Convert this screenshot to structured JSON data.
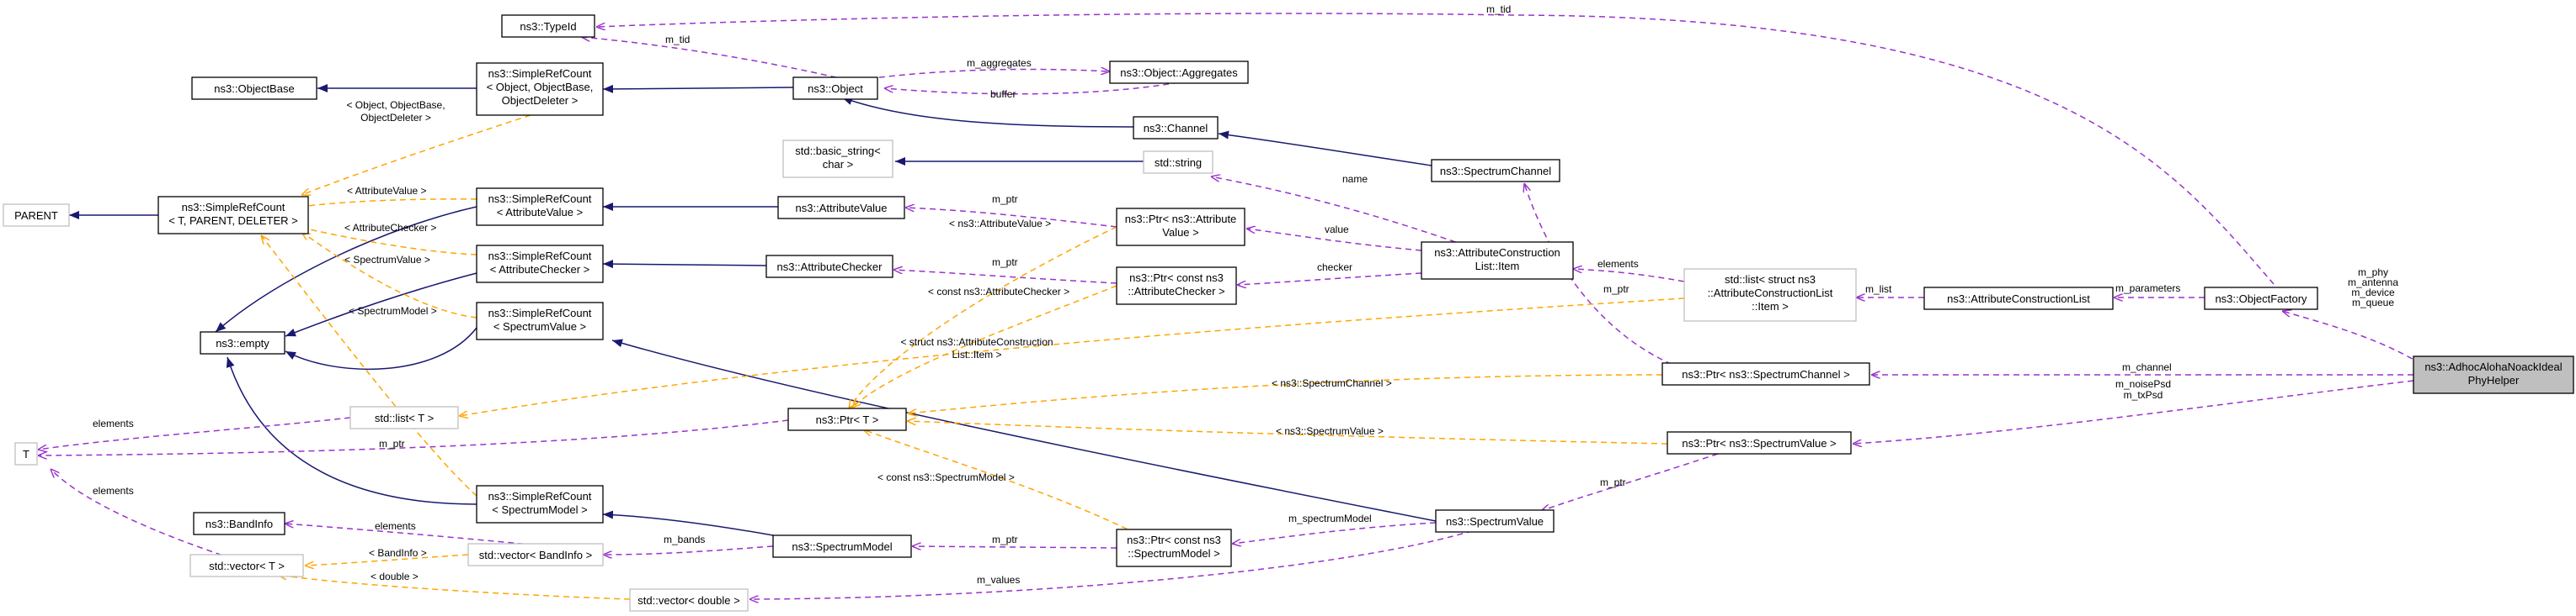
{
  "diagram": {
    "nodes": {
      "typeid": [
        "ns3::TypeId"
      ],
      "objectbase": [
        "ns3::ObjectBase"
      ],
      "src_obj": [
        "ns3::SimpleRefCount",
        "< Object, ObjectBase,",
        "ObjectDeleter >"
      ],
      "object": [
        "ns3::Object"
      ],
      "aggregates": [
        "ns3::Object::Aggregates"
      ],
      "channel": [
        "ns3::Channel"
      ],
      "basic_string": [
        "std::basic_string<",
        "char >"
      ],
      "string": [
        "std::string"
      ],
      "spectrumchannel": [
        "ns3::SpectrumChannel"
      ],
      "parent": [
        "PARENT"
      ],
      "src_t": [
        "ns3::SimpleRefCount",
        "< T, PARENT, DELETER >"
      ],
      "src_av": [
        "ns3::SimpleRefCount",
        "< AttributeValue >"
      ],
      "attributevalue": [
        "ns3::AttributeValue"
      ],
      "ptr_av": [
        "ns3::Ptr< ns3::Attribute",
        "Value >"
      ],
      "acl_item": [
        "ns3::AttributeConstruction",
        "List::Item"
      ],
      "src_ac": [
        "ns3::SimpleRefCount",
        "< AttributeChecker >"
      ],
      "attributechecker": [
        "ns3::AttributeChecker"
      ],
      "ptr_ac": [
        "ns3::Ptr< const ns3",
        "::AttributeChecker >"
      ],
      "list_item": [
        "std::list< struct ns3",
        "::AttributeConstructionList",
        "::Item >"
      ],
      "acl": [
        "ns3::AttributeConstructionList"
      ],
      "objectfactory": [
        "ns3::ObjectFactory"
      ],
      "empty": [
        "ns3::empty"
      ],
      "src_sv": [
        "ns3::SimpleRefCount",
        "< SpectrumValue >"
      ],
      "ptr_sc": [
        "ns3::Ptr< ns3::SpectrumChannel >"
      ],
      "helper": [
        "ns3::AdhocAlohaNoackIdeal",
        "PhyHelper"
      ],
      "list_t": [
        "std::list< T >"
      ],
      "ptr_t": [
        "ns3::Ptr< T >"
      ],
      "t": [
        "T"
      ],
      "ptr_sv": [
        "ns3::Ptr< ns3::SpectrumValue >"
      ],
      "bandinfo": [
        "ns3::BandInfo"
      ],
      "src_sm": [
        "ns3::SimpleRefCount",
        "< SpectrumModel >"
      ],
      "spectrumvalue": [
        "ns3::SpectrumValue"
      ],
      "vector_t": [
        "std::vector< T >"
      ],
      "vector_bi": [
        "std::vector< BandInfo >"
      ],
      "spectrummodel": [
        "ns3::SpectrumModel"
      ],
      "ptr_sm": [
        "ns3::Ptr< const ns3",
        "::SpectrumModel >"
      ],
      "vector_d": [
        "std::vector< double >"
      ]
    },
    "edge_labels": {
      "m_tid_top": "m_tid",
      "m_tid_obj": "m_tid",
      "m_aggregates": "m_aggregates",
      "buffer": "buffer",
      "tpl_obj": [
        "< Object, ObjectBase,",
        "ObjectDeleter >"
      ],
      "tpl_av": "< AttributeValue >",
      "tpl_ac": "< AttributeChecker >",
      "tpl_sv": "< SpectrumValue >",
      "tpl_sm": "< SpectrumModel >",
      "name": "name",
      "m_ptr_av": "m_ptr",
      "tpl_ptr_av": "< ns3::AttributeValue >",
      "value": "value",
      "m_ptr_ac": "m_ptr",
      "tpl_ptr_ac": "< const ns3::AttributeChecker >",
      "checker": "checker",
      "elements_acl": "elements",
      "m_ptr_sc": "m_ptr",
      "m_list": "m_list",
      "m_parameters": "m_parameters",
      "helper_members": [
        "m_phy",
        "m_antenna",
        "m_device",
        "m_queue"
      ],
      "tpl_list_item": [
        "< struct ns3::AttributeConstruction",
        "List::Item >"
      ],
      "m_channel": "m_channel",
      "tpl_ptr_sc": "< ns3::SpectrumChannel >",
      "m_noise_tx": [
        "m_noisePsd",
        "m_txPsd"
      ],
      "tpl_ptr_sv": "< ns3::SpectrumValue >",
      "elements_list": "elements",
      "m_ptr_t": "m_ptr",
      "elements_vec": "elements",
      "tpl_ptr_sm": "< const ns3::SpectrumModel >",
      "m_ptr_sv": "m_ptr",
      "m_spectrumModel": "m_spectrumModel",
      "elements_bi": "elements",
      "m_bands": "m_bands",
      "m_ptr_sm": "m_ptr",
      "tpl_bandinfo": "< BandInfo >",
      "tpl_double": "< double >",
      "m_values": "m_values"
    }
  }
}
